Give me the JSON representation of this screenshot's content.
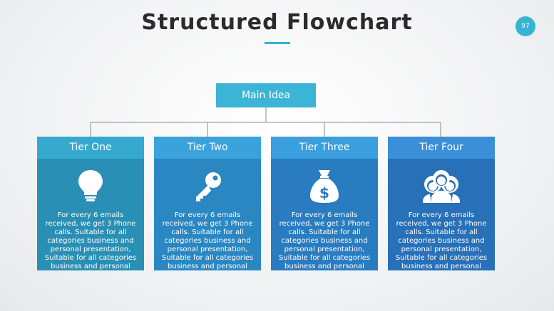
{
  "title": "Structured Flowchart",
  "page_number": "97",
  "main_idea": "Main Idea",
  "tiers": [
    {
      "label": "Tier One",
      "icon": "lightbulb-icon",
      "text": "For every 6 emails received, we get 3 Phone calls. Suitable for all categories business and personal presentation, Suitable for all categories business and personal presentation"
    },
    {
      "label": "Tier Two",
      "icon": "key-icon",
      "text": "For every 6 emails received, we get 3 Phone calls. Suitable for all categories business and personal presentation, Suitable for all categories business and personal presentation"
    },
    {
      "label": "Tier Three",
      "icon": "money-bag-icon",
      "text": "For every 6 emails received, we get 3 Phone calls. Suitable for all categories business and personal presentation, Suitable for all categories business and personal presentation"
    },
    {
      "label": "Tier Four",
      "icon": "people-group-icon",
      "text": "For every 6 emails received, we get 3 Phone calls. Suitable for all categories business and personal presentation, Suitable for all categories business and personal presentation"
    }
  ],
  "colors": {
    "accent": "#3cb4d5",
    "title_text": "#2b2b2b"
  }
}
